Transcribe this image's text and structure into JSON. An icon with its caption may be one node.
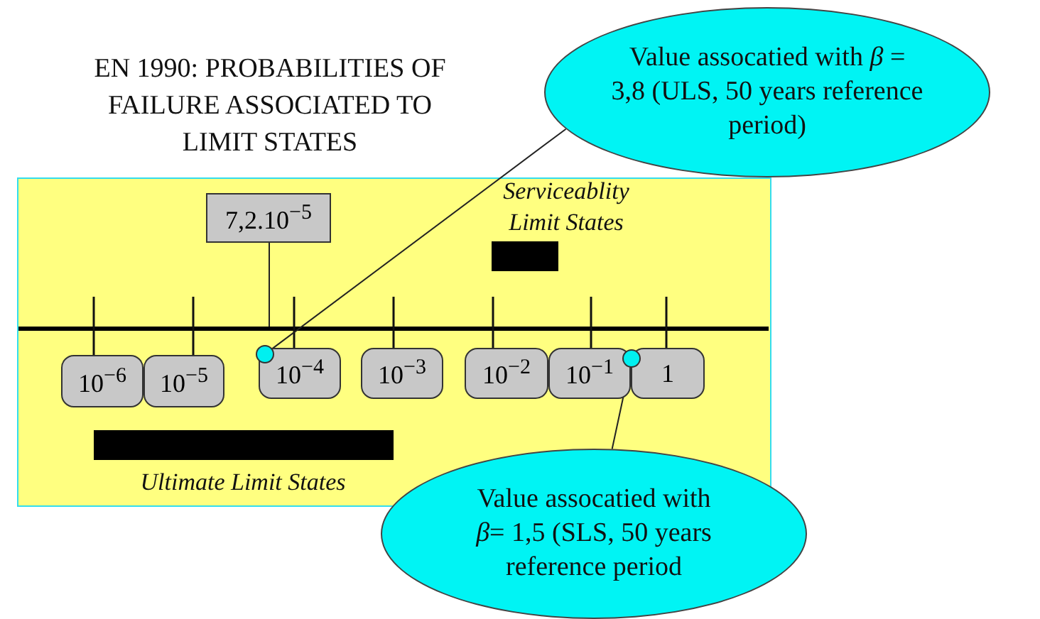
{
  "diagram": {
    "title": "EN 1990: PROBABILITIES OF FAILURE ASSOCIATED TO LIMIT STATES",
    "nodes": [
      {
        "text": [
          "Serviceablity Limit States",
          "Ultimate Limit States"
        ]
      },
      {
        "text": [
          "7,2.10$^{−5}$"
        ],
        "in": 0
      },
      {
        "text": [
          "10$^{−6}$"
        ],
        "in": 0
      },
      {
        "text": [
          "10$^{−5}$"
        ],
        "in": 0
      },
      {
        "text": [
          "10$^{−4}$"
        ],
        "in": 0
      },
      {
        "text": [
          "10$^{−3}$"
        ],
        "in": 0
      },
      {
        "text": [
          "10$^{−2}$"
        ],
        "in": 0
      },
      {
        "text": [
          "10$^{−1}$"
        ],
        "in": 0
      },
      {
        "text": [
          "1"
        ],
        "in": 0
      },
      {
        "text": [],
        "shape": "circle",
        "in": 0
      },
      {
        "text": [],
        "shape": "circle",
        "in": 0
      },
      {
        "text": [
          "Value assocatied with *β* = 3,8 (ULS, 50 years reference period)"
        ]
      },
      {
        "text": [
          "Value assocatied with *β*= 1,5 (SLS, 50 years reference period"
        ]
      },
      {
        "text": [],
        "shape": "bar",
        "in": 0
      },
      {
        "text": [],
        "shape": "bar",
        "in": 0
      },
      {
        "text": [],
        "shape": "bar",
        "in": 0
      }
    ],
    "edges": [
      {
        "from": 11,
        "to": 9,
        "arrow": "none"
      },
      {
        "from": 12,
        "to": 10,
        "arrow": "none"
      },
      {
        "from": 1,
        "to": 13,
        "arrow": "none"
      }
    ]
  }
}
